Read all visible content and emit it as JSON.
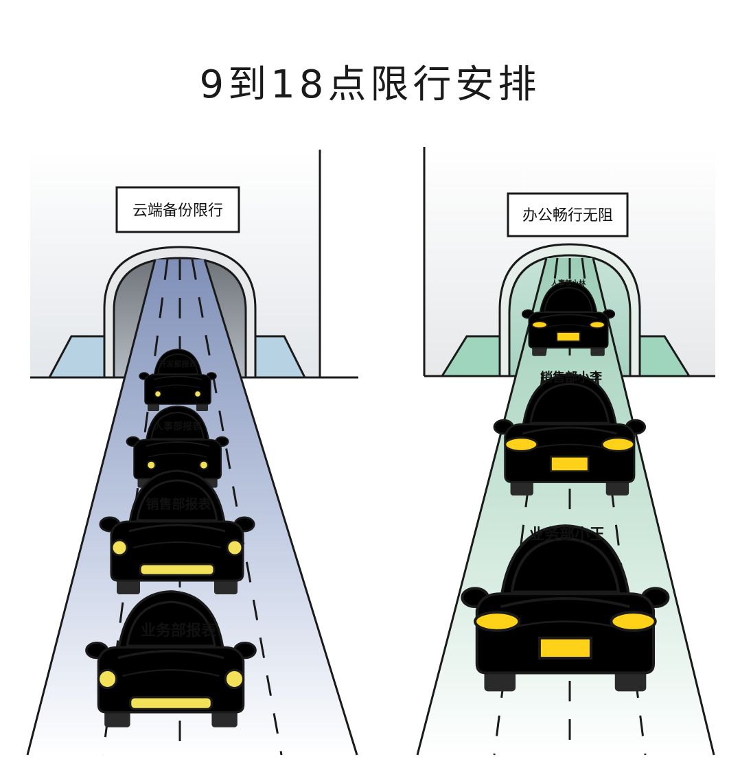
{
  "title": "9到18点限行安排",
  "left_panel": {
    "sign": "云端备份限行",
    "cars": [
      "开发部报表",
      "人事部报表",
      "销售部报表",
      "业务部报表"
    ]
  },
  "right_panel": {
    "sign": "办公畅行无阻",
    "cars": [
      "人事部小林",
      "销售部小李",
      "业务部小王"
    ]
  },
  "colors": {
    "left_car": "#5b7fd1",
    "right_car": "#4fe3dd",
    "left_light": "#f4e15a",
    "right_light": "#ffd21a",
    "plate": "#ffd21a",
    "outline": "#1a1a1a"
  }
}
